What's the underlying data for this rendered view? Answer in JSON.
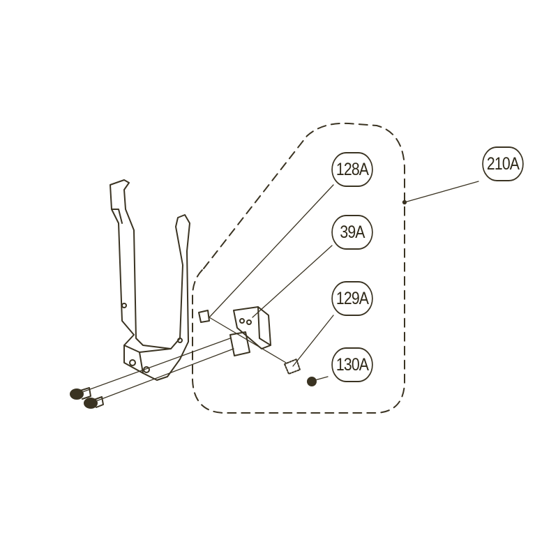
{
  "diagram": {
    "line_color": "#3a3322",
    "callouts": [
      {
        "id": "210A",
        "label": "210A"
      },
      {
        "id": "128A",
        "label": "128A"
      },
      {
        "id": "39A",
        "label": "39A"
      },
      {
        "id": "129A",
        "label": "129A"
      },
      {
        "id": "130A",
        "label": "130A"
      }
    ]
  }
}
